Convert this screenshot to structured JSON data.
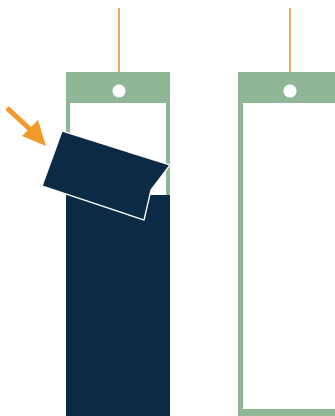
{
  "colors": {
    "background": "#ffffff",
    "tag_frame": "#8fb797",
    "string": "#e5943a",
    "hole": "#ffffff",
    "tag_inner": "#ffffff",
    "cover": "#0b2a45",
    "cover_outline": "#ffffff",
    "arrow": "#f39a2e"
  },
  "tags": [
    {
      "name": "tag-covered",
      "state": "covered"
    },
    {
      "name": "tag-empty",
      "state": "empty"
    }
  ],
  "annotations": {
    "arrow_icon": "arrow-down-right-icon",
    "flap_icon": "peeling-flap"
  }
}
